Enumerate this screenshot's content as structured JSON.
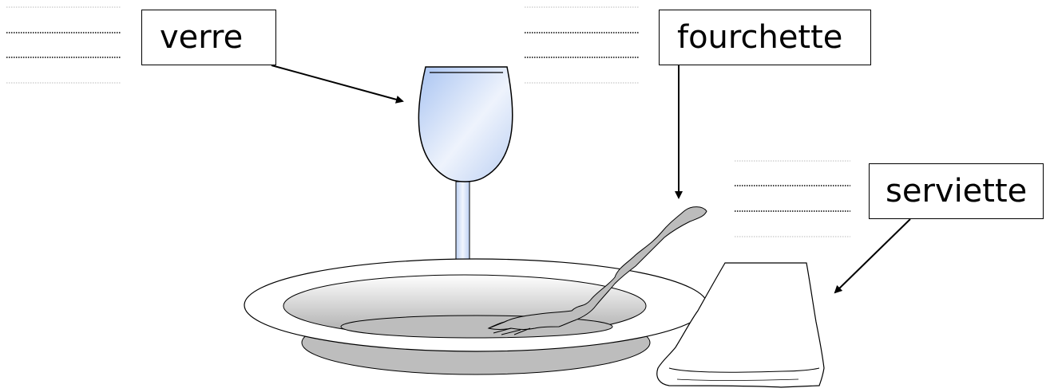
{
  "labels": {
    "verre": "verre",
    "fourchette": "fourchette",
    "serviette": "serviette"
  },
  "colors": {
    "outline": "#000000",
    "glass_tint": "#9fbdf0",
    "stem": "#c9d9f5",
    "plate_grey": "#bdbdbd",
    "fork_grey": "#bcbcbc"
  }
}
